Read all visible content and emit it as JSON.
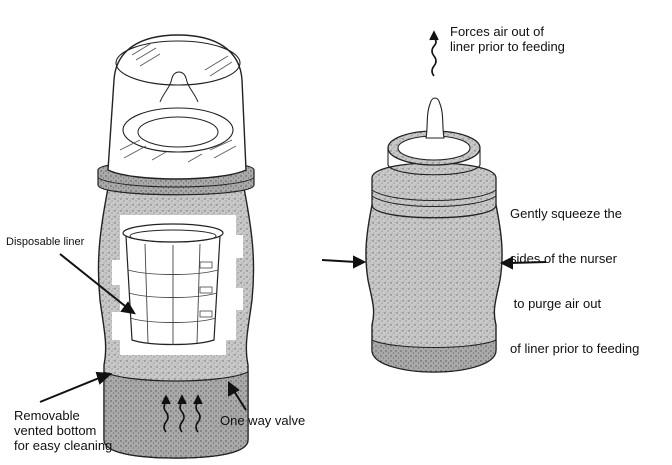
{
  "diagram": {
    "labels": {
      "disposable_liner": "Disposable liner",
      "removable_bottom": [
        "Removable",
        "vented bottom",
        "for easy cleaning"
      ],
      "one_way_valve": "One way valve",
      "forces_air": [
        "Forces air out of",
        "liner prior to feeding"
      ],
      "squeeze": [
        "Gently squeeze the",
        "sides of the nurser",
        " to purge air out",
        "of liner prior to feeding"
      ]
    },
    "colors": {
      "line": "#222222",
      "stipple": "#9a9a9a",
      "window": "#ffffff"
    }
  }
}
